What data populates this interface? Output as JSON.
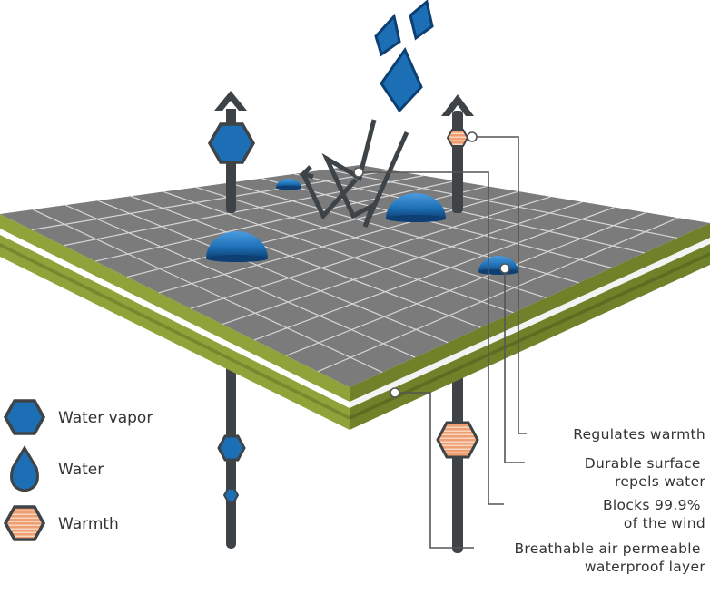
{
  "colors": {
    "water": "#1d6fb5",
    "water_dark": "#0d3f73",
    "warmth": "#e89b70",
    "warmth_stroke": "#4a4a4a",
    "fabric_top": "#7b7b7b",
    "fabric_grid": "#e6e6e6",
    "fabric_edge": "#8ea33a",
    "fabric_edge_dark": "#6a7a26",
    "arrow": "#3e4347",
    "leader_line": "#555555"
  },
  "legend": [
    {
      "icon": "hexagon-water-vapor-icon",
      "label": "Water vapor"
    },
    {
      "icon": "droplet-water-icon",
      "label": "Water"
    },
    {
      "icon": "hexagon-warmth-icon",
      "label": "Warmth"
    }
  ],
  "callouts": [
    {
      "lines": [
        "Regulates warmth"
      ]
    },
    {
      "lines": [
        "Durable surface",
        "repels water"
      ]
    },
    {
      "lines": [
        "Blocks 99.9%",
        "of the wind"
      ]
    },
    {
      "lines": [
        "Breathable air permeable",
        "waterproof layer"
      ]
    }
  ]
}
